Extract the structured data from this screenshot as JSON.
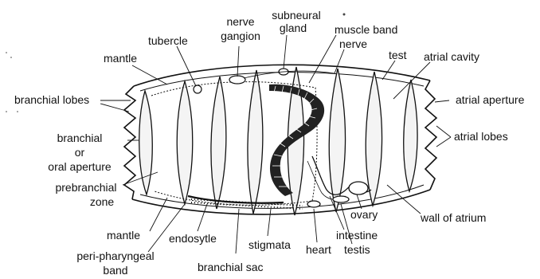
{
  "labels": {
    "nerve_gangion_1": "nerve",
    "nerve_gangion_2": "gangion",
    "subneural_gland_1": "subneural",
    "subneural_gland_2": "gland",
    "muscle_band": "muscle band",
    "nerve": "nerve",
    "tubercle": "tubercle",
    "test": "test",
    "atrial_cavity": "atrial cavity",
    "mantle_top": "mantle",
    "branchial_lobes": "branchial lobes",
    "atrial_aperture": "atrial aperture",
    "branchial_oral_1": "branchial",
    "branchial_oral_2": "or",
    "branchial_oral_3": "oral aperture",
    "atrial_lobes": "atrial lobes",
    "prebranchial_1": "prebranchial",
    "prebranchial_2": "zone",
    "ovary": "ovary",
    "wall_of_atrium": "wall of atrium",
    "mantle_bottom": "mantle",
    "endosytle": "endosytle",
    "intestine": "intestine",
    "stigmata": "stigmata",
    "heart": "heart",
    "testis": "testis",
    "peri_1": "peri-pharyngeal",
    "peri_2": "band",
    "branchial_sac": "branchial sac"
  }
}
